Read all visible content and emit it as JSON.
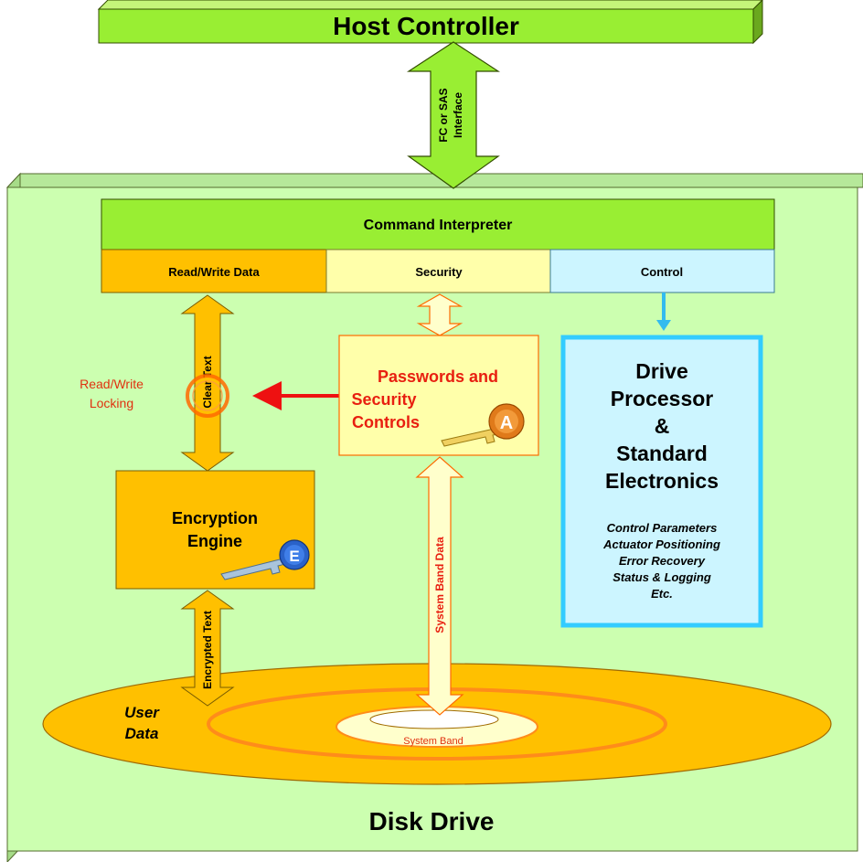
{
  "host_controller": {
    "title": "Host Controller"
  },
  "interface": {
    "line1": "FC or SAS",
    "line2": "Interface"
  },
  "command_interpreter": {
    "title": "Command Interpreter"
  },
  "tabs": {
    "read_write": "Read/Write Data",
    "security": "Security",
    "control": "Control"
  },
  "clear_text": "Clear Text",
  "locking": {
    "line1": "Read/Write",
    "line2": "Locking"
  },
  "passwords": {
    "line1": "Passwords and",
    "line2": "Security",
    "line3": "Controls"
  },
  "key_a_letter": "A",
  "key_e_letter": "E",
  "encryption": {
    "line1": "Encryption",
    "line2": "Engine"
  },
  "drive_processor": {
    "line1": "Drive",
    "line2": "Processor",
    "line3": "&",
    "line4": "Standard",
    "line5": "Electronics",
    "details": [
      "Control Parameters",
      "Actuator Positioning",
      "Error Recovery",
      "Status & Logging",
      "Etc."
    ]
  },
  "encrypted_text": "Encrypted Text",
  "system_band_data": "System Band Data",
  "user_data": {
    "line1": "User",
    "line2": "Data"
  },
  "system_band": "System Band",
  "disk_drive": "Disk Drive",
  "colors": {
    "green": "#99ee33",
    "light_green": "#ccffaa",
    "orange": "#ffc000",
    "yellow": "#ffffaa",
    "cyan_box": "#ccf5ff",
    "cyan_border": "#33ccff",
    "red": "#ee2211"
  }
}
